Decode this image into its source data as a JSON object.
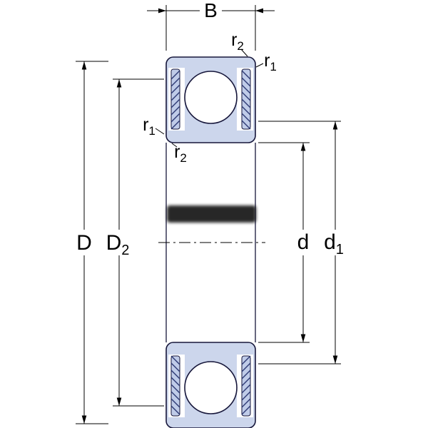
{
  "diagram": {
    "kind": "bearing-cross-section-technical-drawing",
    "dimension_labels": {
      "width": "B",
      "outer_diameter": "D",
      "recess_diameter": {
        "base": "D",
        "sub": "2"
      },
      "bore_diameter": "d",
      "shoulder_diameter": {
        "base": "d",
        "sub": "1"
      },
      "chamfer_r1": {
        "base": "r",
        "sub": "1"
      },
      "chamfer_r2": {
        "base": "r",
        "sub": "2"
      }
    },
    "colors": {
      "section_fill": "#ccd6ec",
      "seal_fill": "#bfcbe8",
      "hatch": "#2e3a74",
      "outline": "#16163a",
      "dimension_line": "#000000",
      "background": "#ffffff"
    }
  }
}
